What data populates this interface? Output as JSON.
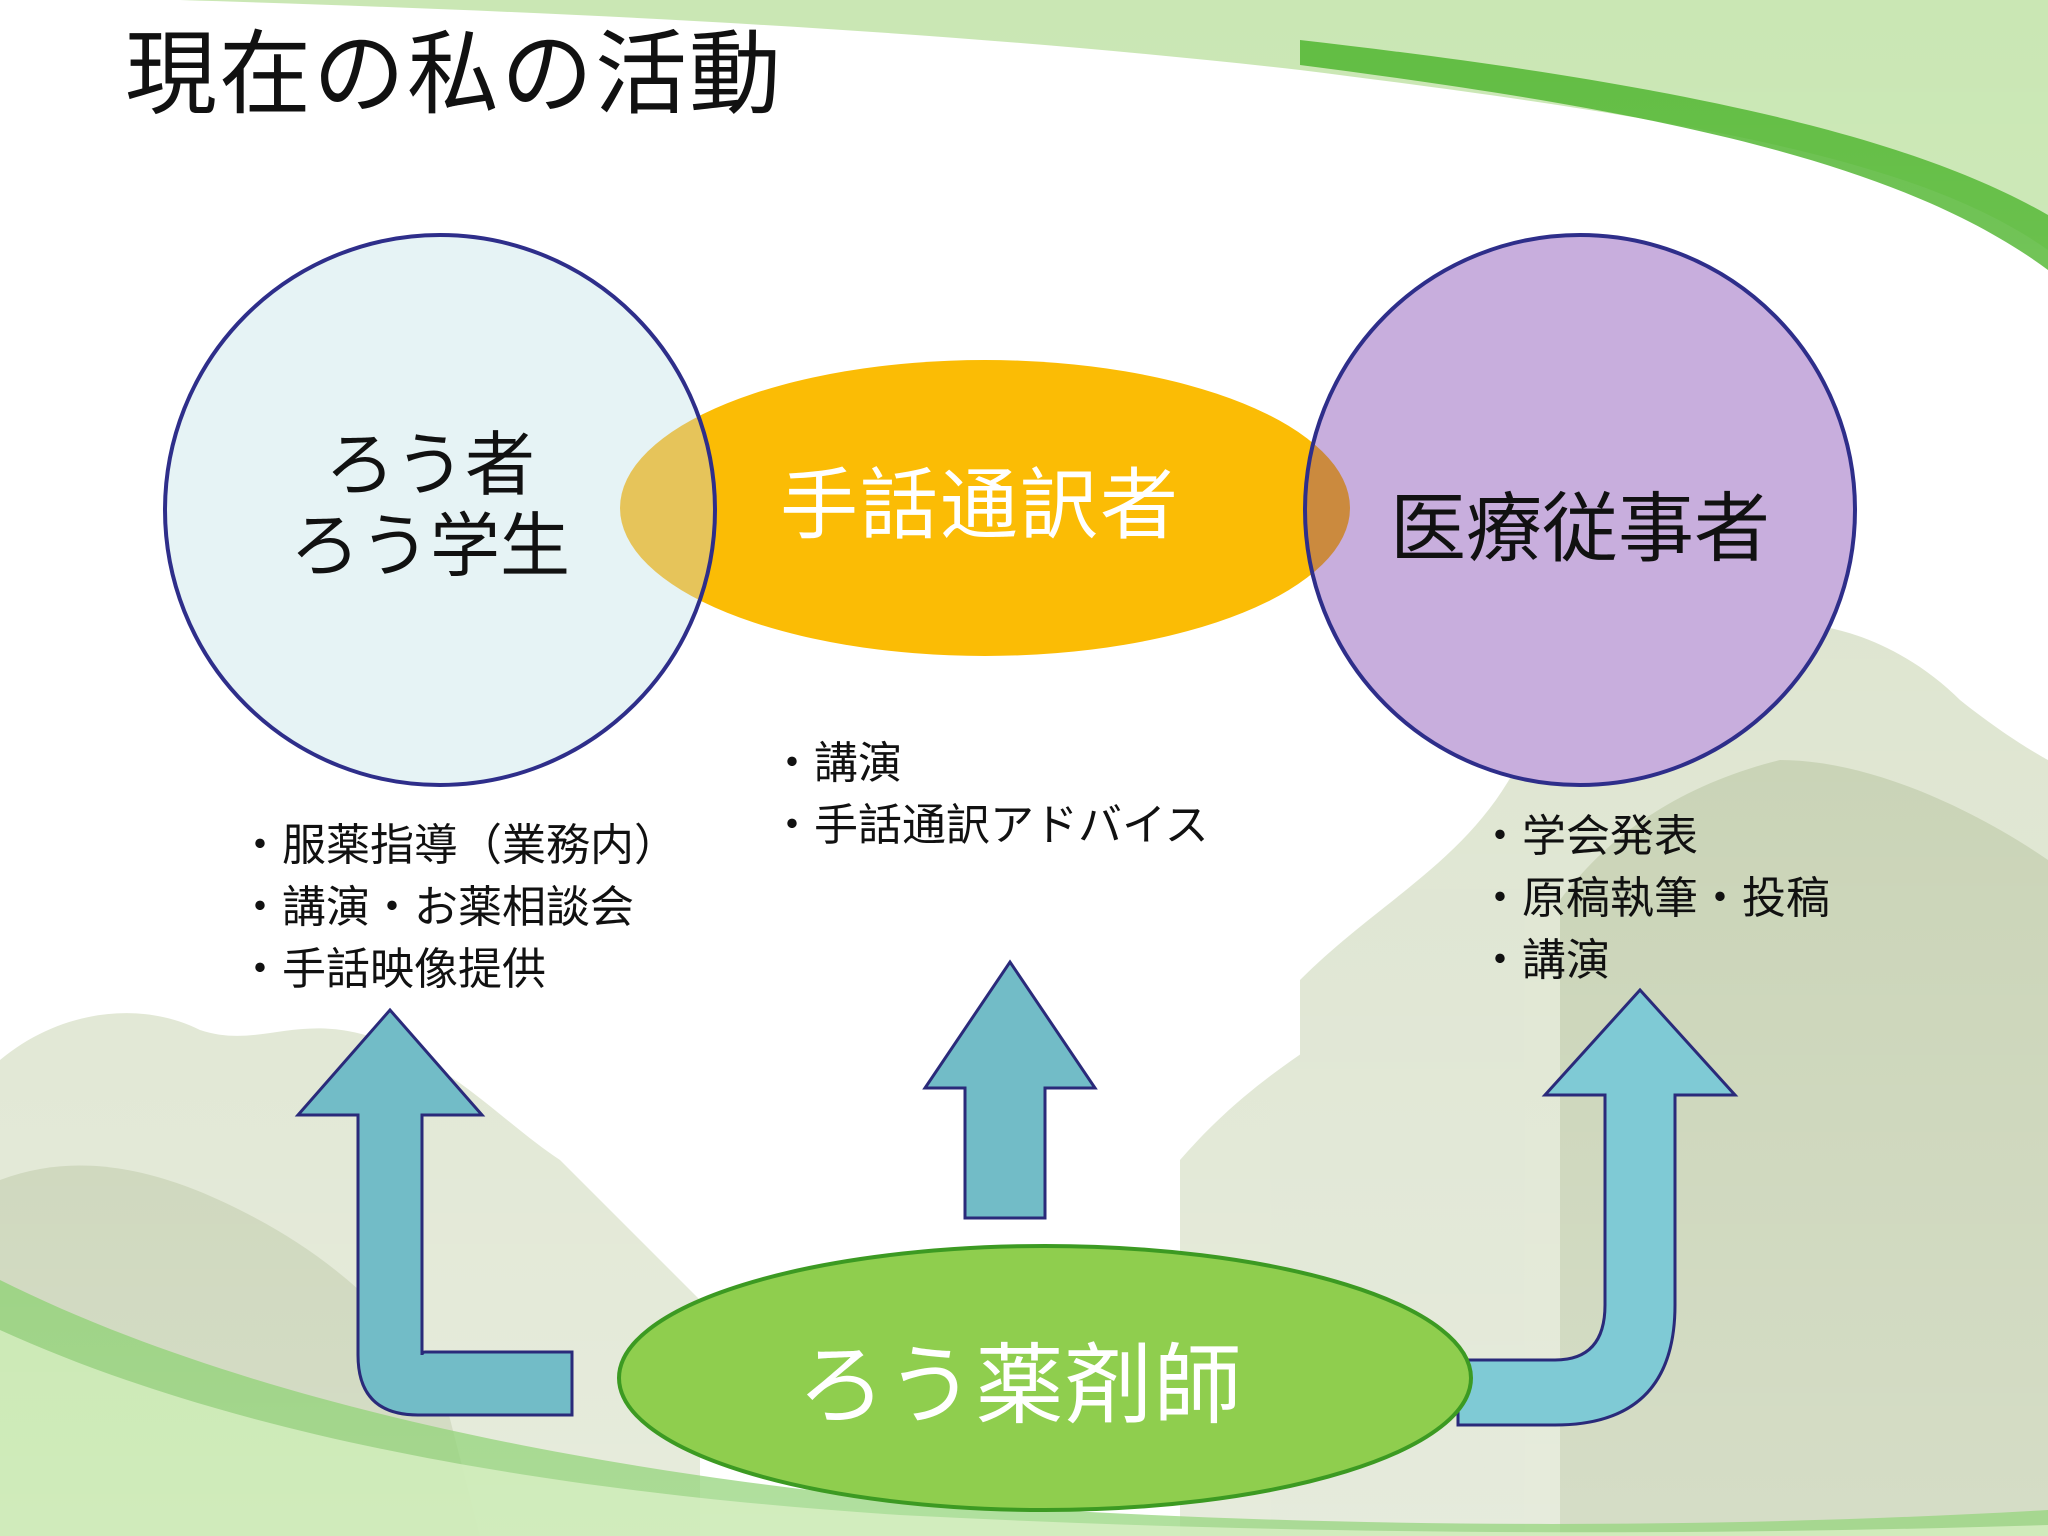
{
  "title": "現在の私の活動",
  "nodes": {
    "deaf": {
      "lines": [
        "ろう者",
        "ろう学生"
      ],
      "fill": "#e6f3f5",
      "stroke": "#2e2e8a"
    },
    "interpreter": {
      "label": "手話通訳者",
      "fill": "#fbbc05"
    },
    "medical": {
      "label": "医療従事者",
      "fill": "#c8aedd",
      "stroke": "#2e2e8a"
    },
    "pharmacist": {
      "label": "ろう薬剤師",
      "fill": "#8fce4e",
      "stroke": "#3c9a22"
    }
  },
  "activities": {
    "deaf": [
      "・服薬指導（業務内）",
      "・講演・お薬相談会",
      "・手話映像提供"
    ],
    "interpreter": [
      "・講演",
      "・手話通訳アドバイス"
    ],
    "medical": [
      "・学会発表",
      "・原稿執筆・投稿",
      "・講演"
    ]
  },
  "colors": {
    "arrow_fill": "#72bcc7",
    "arrow_stroke": "#2a2a7a",
    "overlap_left": "#e6c45a",
    "overlap_right": "#cb8a3e",
    "accent_green": "#5fbf3a",
    "foliage": "#b8c79a"
  }
}
